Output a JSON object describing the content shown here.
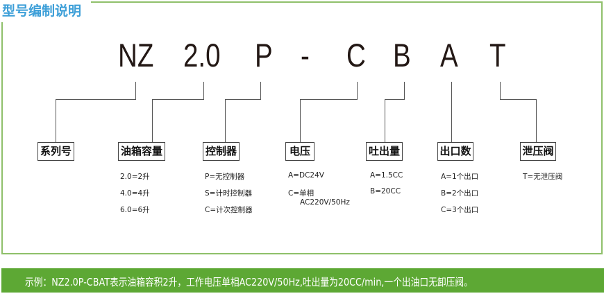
{
  "title": "型号编制说明",
  "code": {
    "series": "NZ",
    "capacity": "2.0",
    "controller": "P",
    "dash": "-",
    "voltage": "C",
    "output": "B",
    "outlets": "A",
    "relief": "T"
  },
  "labels": {
    "series": "系列号",
    "capacity": "油箱容量",
    "controller": "控制器",
    "voltage": "电压",
    "output": "吐出量",
    "outlets": "出口数",
    "relief": "泄压阀"
  },
  "options": {
    "capacity": [
      "2.0=2升",
      "4.0=4升",
      "6.0=6升"
    ],
    "controller": [
      "P=无控制器",
      "S=计时控制器",
      "C=计次控制器"
    ],
    "voltage": [
      "A=DC24V",
      "C=单相",
      "AC220V/50Hz"
    ],
    "output": [
      "A=1.5CC",
      "B=20CC"
    ],
    "outlets": [
      "A=1个出口",
      "B=2个出口",
      "C=3个出口"
    ],
    "relief": [
      "T=无泄压阀"
    ]
  },
  "example": "示例：NZ2.0P-CBAT表示油箱容积2升，工作电压单相AC220V/50Hz,吐出量为20CC/min,一个出油口无卸压阀。",
  "colors": {
    "title": "#3d9fd8",
    "frame": "#8fc06a",
    "bar": "#5da834"
  }
}
